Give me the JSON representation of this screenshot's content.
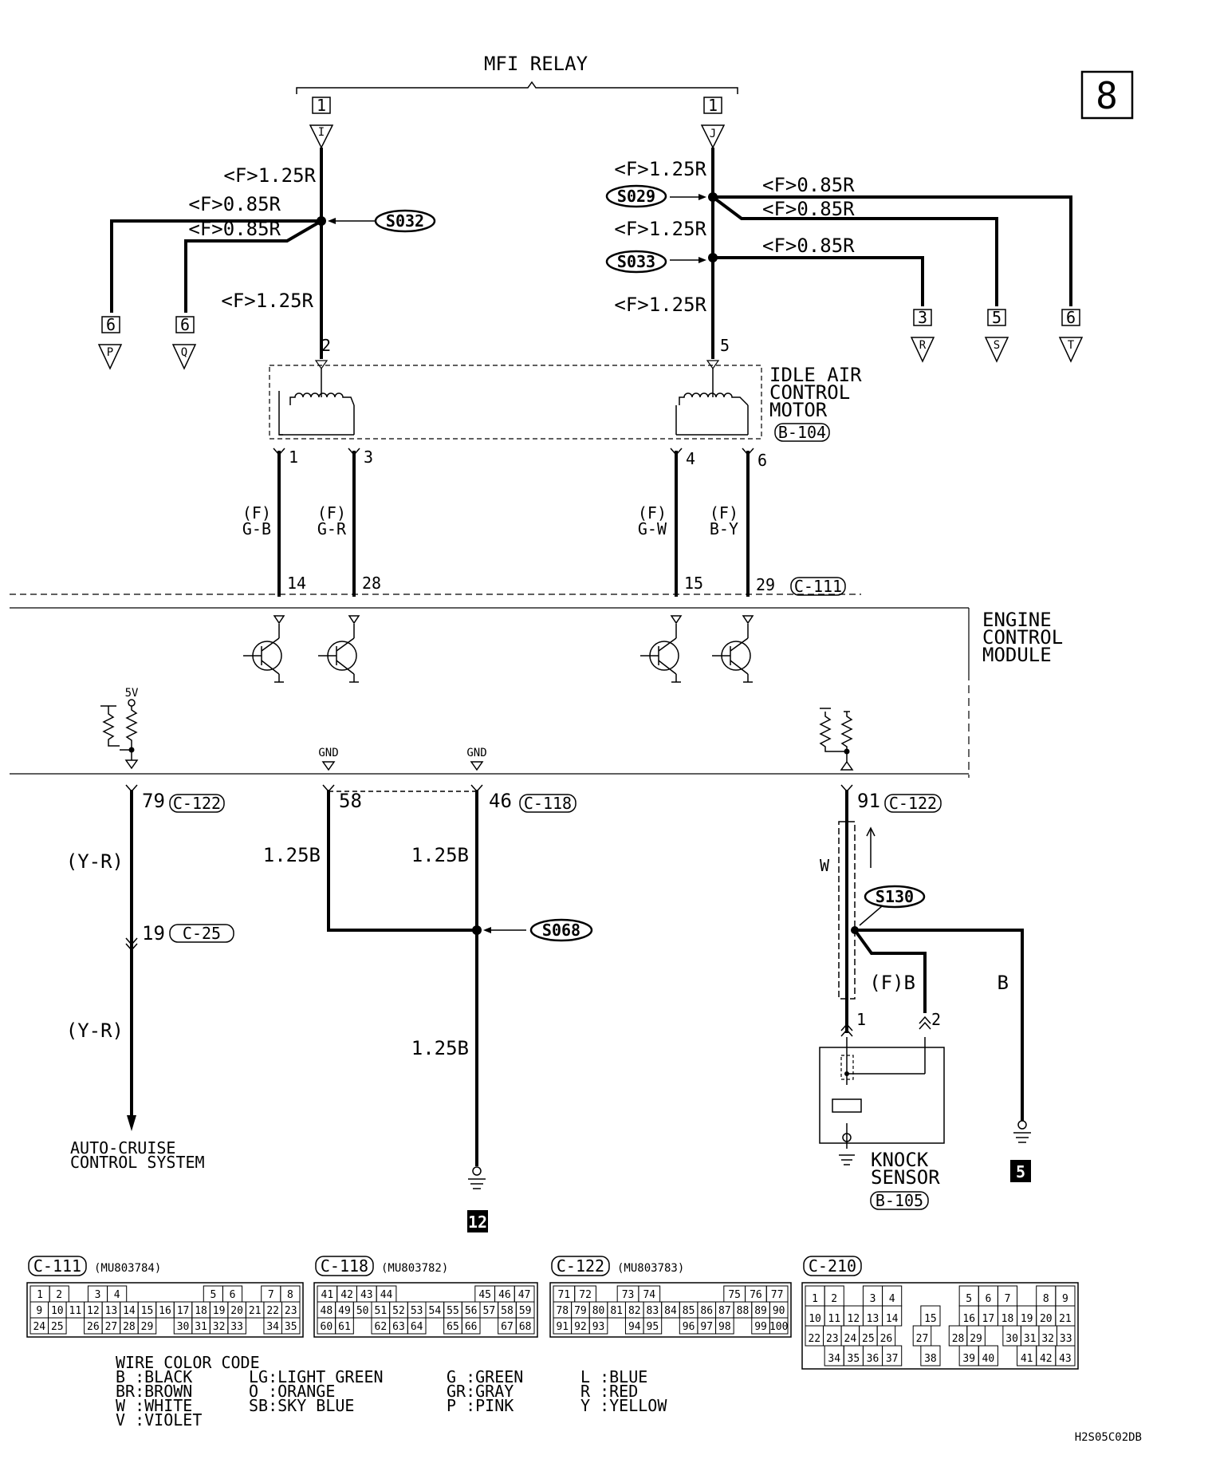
{
  "page_number": "8",
  "relay": {
    "title": "MFI RELAY",
    "left_pin": "1",
    "left_letter": "I",
    "right_pin": "1",
    "right_letter": "J"
  },
  "left_branch": {
    "wire_top": "<F>1.25R",
    "wire_a": "<F>0.85R",
    "wire_b": "<F>0.85R",
    "wire_bottom": "<F>1.25R",
    "splice": "S032",
    "out1": {
      "num": "6",
      "letter": "P"
    },
    "out2": {
      "num": "6",
      "letter": "Q"
    },
    "pin": "2"
  },
  "right_branch": {
    "wire_top": "<F>1.25R",
    "wire_mid": "<F>1.25R",
    "wire_bottom": "<F>1.25R",
    "wire_a": "<F>0.85R",
    "wire_b": "<F>0.85R",
    "wire_c": "<F>0.85R",
    "splice1": "S029",
    "splice2": "S033",
    "out1": {
      "num": "3",
      "letter": "R"
    },
    "out2": {
      "num": "5",
      "letter": "S"
    },
    "out3": {
      "num": "6",
      "letter": "T"
    },
    "pin": "5"
  },
  "idle_air": {
    "line1": "IDLE AIR",
    "line2": "CONTROL",
    "line3": "MOTOR",
    "connector": "B-104"
  },
  "motor_pins": [
    "1",
    "3",
    "4",
    "6"
  ],
  "motor_wires": [
    {
      "spec": "(F)",
      "color": "G-B"
    },
    {
      "spec": "(F)",
      "color": "G-R"
    },
    {
      "spec": "(F)",
      "color": "G-W"
    },
    {
      "spec": "(F)",
      "color": "B-Y"
    }
  ],
  "ecm_pins_top": [
    "14",
    "28",
    "15",
    "29"
  ],
  "ecm_conn_top": "C-111",
  "ecm": {
    "line1": "ENGINE",
    "line2": "CONTROL",
    "line3": "MODULE"
  },
  "labels": {
    "v5": "5V",
    "gnd1": "GND",
    "gnd2": "GND"
  },
  "cruise": {
    "pin": "79",
    "conn": "C-122",
    "wire1": "(Y-R)",
    "pin2": "19",
    "conn2": "C-25",
    "wire2": "(Y-R)",
    "dest1": "AUTO-CRUISE",
    "dest2": "CONTROL SYSTEM"
  },
  "ground": {
    "pin1": "58",
    "pin2": "46",
    "conn": "C-118",
    "wire1": "1.25B",
    "wire2": "1.25B",
    "wire3": "1.25B",
    "splice": "S068",
    "ground_id": "12"
  },
  "knock": {
    "pin": "91",
    "conn": "C-122",
    "shield": "W",
    "splice": "S130",
    "wire1": "(F)B",
    "wire2": "B",
    "pin_a": "1",
    "pin_b": "2",
    "line1": "KNOCK",
    "line2": "SENSOR",
    "sensor_conn": "B-105",
    "ground_id": "5"
  },
  "connectors": [
    {
      "id": "C-111",
      "part": "(MU803784)",
      "rows": [
        [
          "1",
          "2",
          "",
          "3",
          "4",
          "",
          "",
          "",
          "",
          "5",
          "6",
          "",
          "7",
          "8"
        ],
        [
          "9",
          "10",
          "11",
          "12",
          "13",
          "14",
          "15",
          "16",
          "17",
          "18",
          "19",
          "20",
          "21",
          "22",
          "23"
        ],
        [
          "24",
          "25",
          "",
          "26",
          "27",
          "28",
          "29",
          "",
          "30",
          "31",
          "32",
          "33",
          "",
          "34",
          "35"
        ]
      ]
    },
    {
      "id": "C-118",
      "part": "(MU803782)",
      "rows": [
        [
          "41",
          "42",
          "43",
          "44",
          "",
          "",
          "",
          "",
          "45",
          "46",
          "47"
        ],
        [
          "48",
          "49",
          "50",
          "51",
          "52",
          "53",
          "54",
          "55",
          "56",
          "57",
          "58",
          "59"
        ],
        [
          "60",
          "61",
          "",
          "62",
          "63",
          "64",
          "",
          "65",
          "66",
          "",
          "67",
          "68"
        ]
      ]
    },
    {
      "id": "C-122",
      "part": "(MU803783)",
      "rows": [
        [
          "71",
          "72",
          "",
          "73",
          "74",
          "",
          "",
          "",
          "75",
          "76",
          "77"
        ],
        [
          "78",
          "79",
          "80",
          "81",
          "82",
          "83",
          "84",
          "85",
          "86",
          "87",
          "88",
          "89",
          "90"
        ],
        [
          "91",
          "92",
          "93",
          "",
          "94",
          "95",
          "",
          "96",
          "97",
          "98",
          "",
          "99",
          "100"
        ]
      ]
    },
    {
      "id": "C-210",
      "part": "",
      "rows": [
        [
          "1",
          "2",
          "",
          "3",
          "4",
          "",
          "",
          "",
          "5",
          "6",
          "7",
          "",
          "8",
          "9"
        ],
        [
          "10",
          "11",
          "12",
          "13",
          "14",
          "",
          "15",
          "",
          "16",
          "17",
          "18",
          "19",
          "20",
          "21"
        ],
        [
          "22",
          "23",
          "24",
          "25",
          "26",
          "",
          "27",
          "",
          "28",
          "29",
          "",
          "30",
          "31",
          "32",
          "33"
        ],
        [
          "",
          "34",
          "35",
          "36",
          "37",
          "",
          "38",
          "",
          "39",
          "40",
          "",
          "41",
          "42",
          "43"
        ]
      ]
    }
  ],
  "color_code": {
    "title": "WIRE COLOR CODE",
    "entries": [
      [
        "B :BLACK",
        "LG:LIGHT GREEN",
        "G :GREEN",
        "L :BLUE"
      ],
      [
        "BR:BROWN",
        "O :ORANGE",
        "GR:GRAY",
        "R :RED"
      ],
      [
        "W :WHITE",
        "SB:SKY BLUE",
        "P :PINK",
        "Y :YELLOW"
      ],
      [
        "V :VIOLET",
        "",
        "",
        ""
      ]
    ]
  },
  "doc_code": "H2S05C02DB"
}
